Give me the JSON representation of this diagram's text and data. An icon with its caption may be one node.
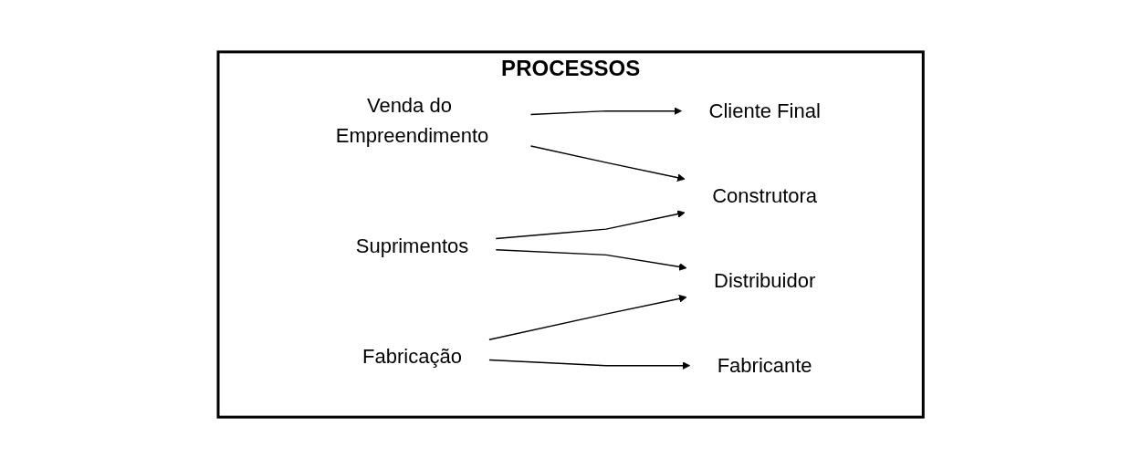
{
  "diagram": {
    "nodes": [
      {
        "text": [
          "PROCESSOS"
        ]
      },
      {
        "text": [
          "Cliente Final"
        ],
        "in": 0
      },
      {
        "text": [
          "Venda do Empreendimento"
        ],
        "in": 0
      },
      {
        "text": [
          "Construtora"
        ],
        "in": 0
      },
      {
        "text": [
          "Suprimentos"
        ],
        "in": 0
      },
      {
        "text": [
          "Distribuidor"
        ],
        "in": 0
      },
      {
        "text": [
          "Fabricação"
        ],
        "in": 0
      },
      {
        "text": [
          "Fabricante"
        ],
        "in": 0
      }
    ],
    "edges": [
      {
        "from": 2,
        "to": 1,
        "arrow": "to"
      },
      {
        "from": 2,
        "to": 3,
        "arrow": "to"
      },
      {
        "from": 4,
        "to": 3,
        "arrow": "to"
      },
      {
        "from": 4,
        "to": 5,
        "arrow": "to"
      },
      {
        "from": 6,
        "to": 5,
        "arrow": "to"
      },
      {
        "from": 6,
        "to": 7,
        "arrow": "to"
      }
    ]
  }
}
